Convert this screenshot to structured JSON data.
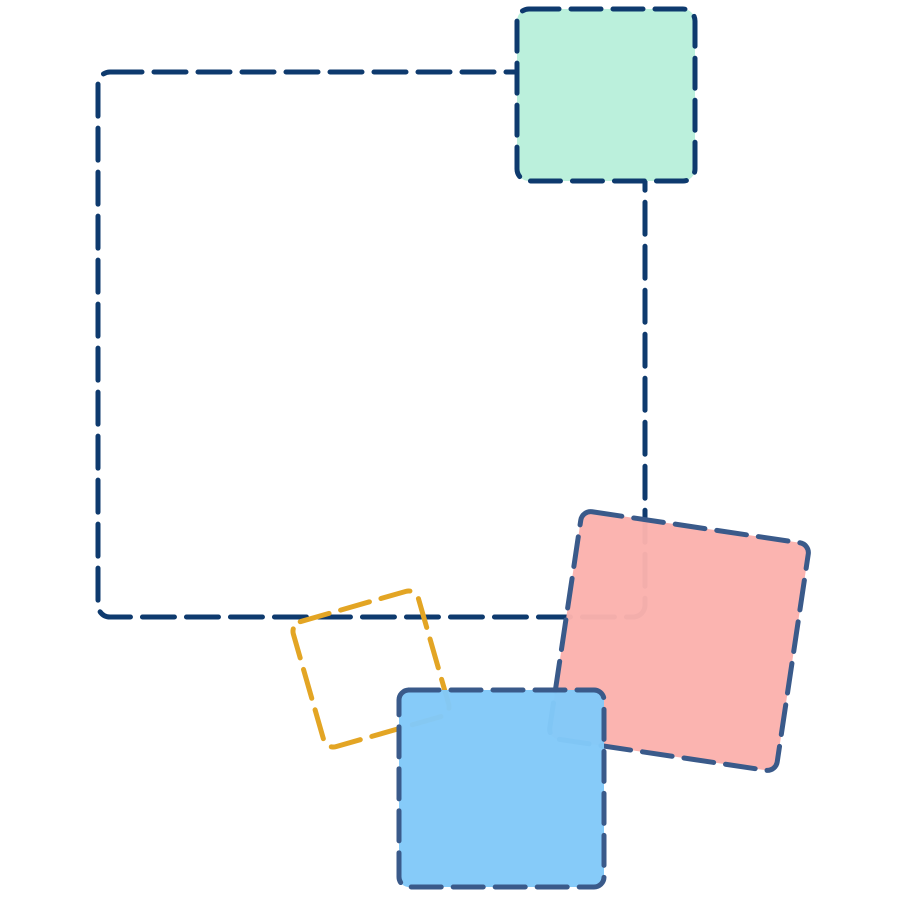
{
  "diagram": {
    "background": "#ffffff",
    "shapes": [
      {
        "name": "large-dashed-square",
        "fill": "none",
        "stroke": "#0e3a6e"
      },
      {
        "name": "mint-square",
        "fill": "#bbf0dc",
        "stroke": "#0e3a6e"
      },
      {
        "name": "pink-square",
        "fill": "#fbb2ad",
        "stroke": "#3a5a8a"
      },
      {
        "name": "yellow-dashed-square",
        "fill": "none",
        "stroke": "#e3a524"
      },
      {
        "name": "blue-square",
        "fill": "#82c9f9",
        "stroke": "#3a5a8a"
      }
    ]
  }
}
